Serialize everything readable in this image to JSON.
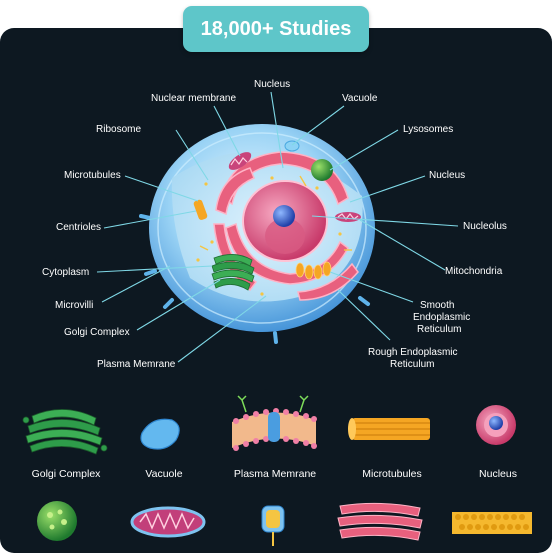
{
  "badge": "18,000+ Studies",
  "labels": {
    "nuclear_membrane": "Nuclear membrane",
    "nucleus_top": "Nucleus",
    "vacuole": "Vacuole",
    "ribosome": "Ribosome",
    "lysosomes": "Lysosomes",
    "microtubules": "Microtubules",
    "nucleus_right": "Nucleus",
    "centrioles": "Centrioles",
    "nucleolus": "Nucleolus",
    "cytoplasm": "Cytoplasm",
    "mitochondria": "Mitochondria",
    "microvilli": "Microvilli",
    "smooth_er_1": "Smooth",
    "smooth_er_2": "Endoplasmic",
    "smooth_er_3": "Reticulum",
    "golgi": "Golgi Complex",
    "rough_er_1": "Rough Endoplasmic",
    "rough_er_2": "Reticulum",
    "plasma": "Plasma Memrane"
  },
  "gallery_row1": [
    {
      "label": "Golgi Complex",
      "icon": "golgi-complex-icon"
    },
    {
      "label": "Vacuole",
      "icon": "vacuole-icon"
    },
    {
      "label": "Plasma Memrane",
      "icon": "plasma-membrane-icon"
    },
    {
      "label": "Microtubules",
      "icon": "microtubules-icon"
    },
    {
      "label": "Nucleus",
      "icon": "nucleus-icon"
    }
  ],
  "gallery_row2": [
    {
      "icon": "lysosome-icon"
    },
    {
      "icon": "mitochondria-icon"
    },
    {
      "icon": "centriole-icon"
    },
    {
      "icon": "endoplasmic-reticulum-icon"
    },
    {
      "icon": "microvilli-icon"
    }
  ],
  "colors": {
    "panel": "#0d1821",
    "badge": "#5ec6c9",
    "leader": "#7fd8e6",
    "cell_membrane": "#7ec3f0",
    "er": "#e8607e",
    "golgi": "#2e9c4a"
  }
}
